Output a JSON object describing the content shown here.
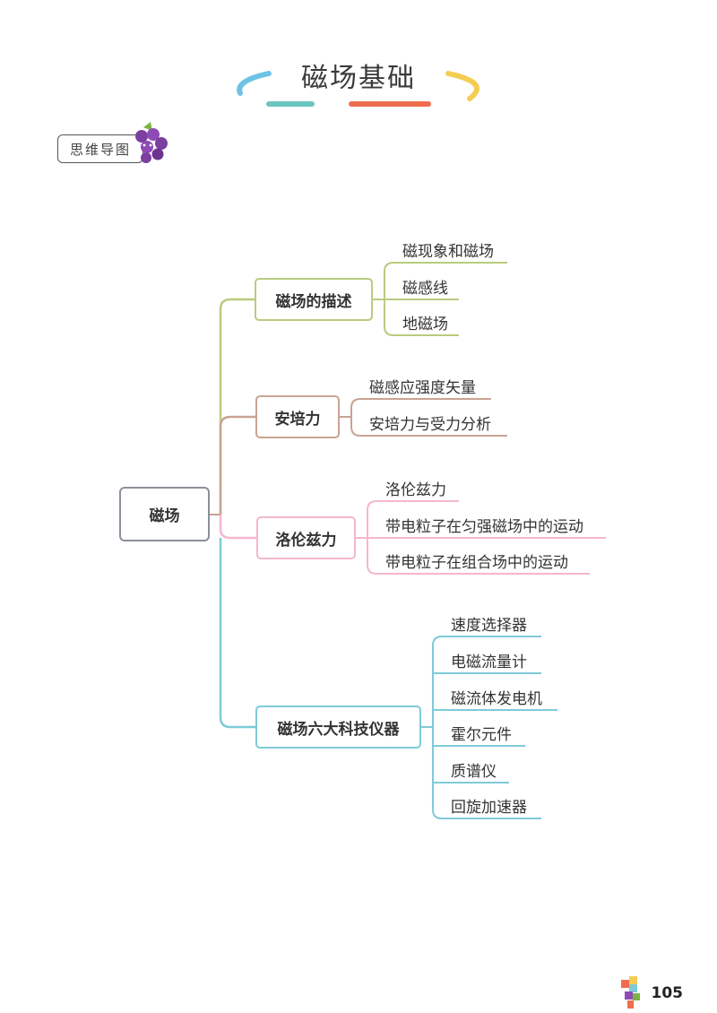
{
  "title": "磁场基础",
  "badge": "思维导图",
  "page_number": "105",
  "colors": {
    "root": "#8a8f99",
    "green": "#b9cc7e",
    "brown": "#c9a394",
    "pink": "#f5b6cf",
    "blue": "#7ecad9",
    "title_blue": "#6ec3e4",
    "title_teal": "#6cc4be",
    "title_red": "#ef6d4f",
    "title_yellow": "#f4cd52"
  },
  "root": {
    "label": "磁场"
  },
  "branches": [
    {
      "label": "磁场的描述",
      "children": [
        "磁现象和磁场",
        "磁感线",
        "地磁场"
      ]
    },
    {
      "label": "安培力",
      "children": [
        "磁感应强度矢量",
        "安培力与受力分析"
      ]
    },
    {
      "label": "洛伦兹力",
      "children": [
        "洛伦兹力",
        "带电粒子在匀强磁场中的运动",
        "带电粒子在组合场中的运动"
      ]
    },
    {
      "label": "磁场六大科技仪器",
      "children": [
        "速度选择器",
        "电磁流量计",
        "磁流体发电机",
        "霍尔元件",
        "质谱仪",
        "回旋加速器"
      ]
    }
  ]
}
